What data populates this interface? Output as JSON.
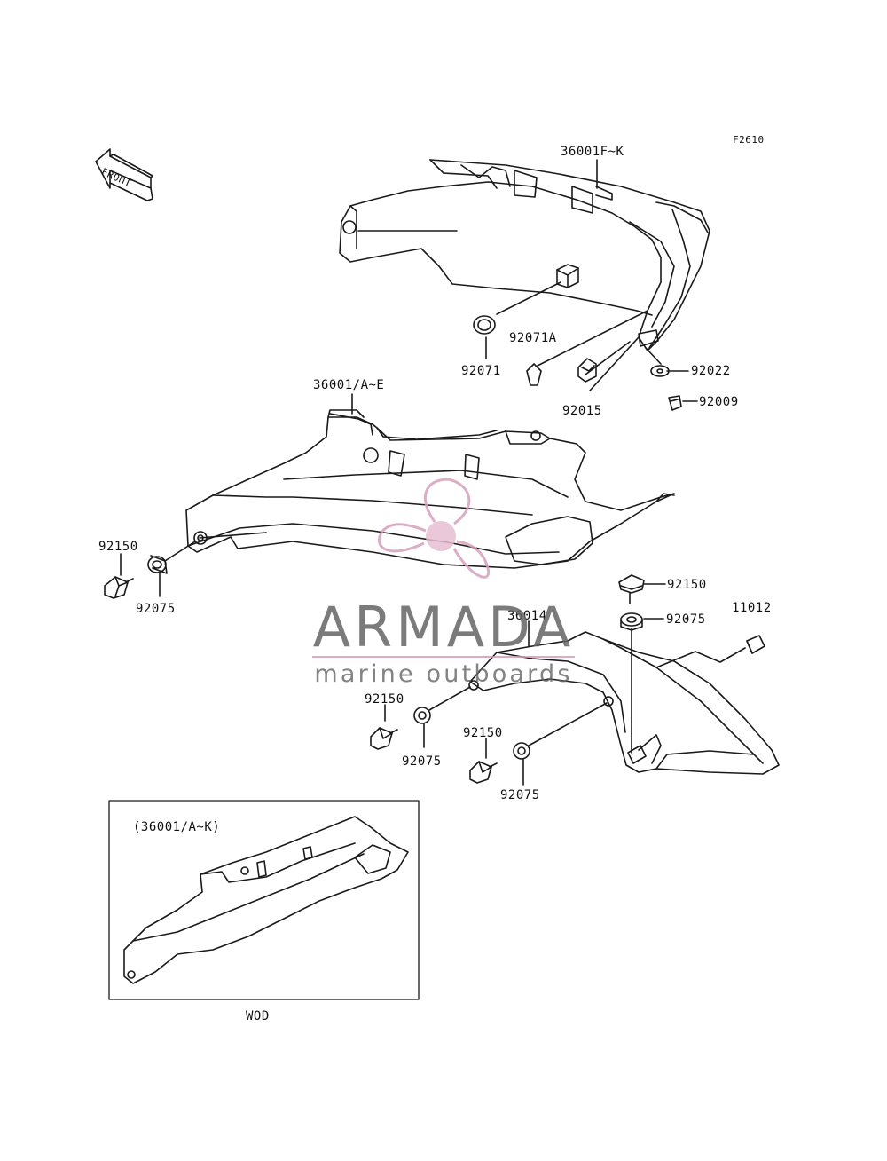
{
  "figure_code": "F2610",
  "front_arrow_text": "FRONT",
  "part_labels": {
    "p_36001_fk": "36001F~K",
    "p_92071a": "92071A",
    "p_92071": "92071",
    "p_92022": "92022",
    "p_92015": "92015",
    "p_92009": "92009",
    "p_36001_ae": "36001/A~E",
    "p_92150_left": "92150",
    "p_92075_left": "92075",
    "p_92150_right": "92150",
    "p_92075_right": "92075",
    "p_36014": "36014",
    "p_11012": "11012",
    "p_92150_mid": "92150",
    "p_92075_mid": "92075",
    "p_92150_low": "92150",
    "p_92075_low": "92075"
  },
  "inset": {
    "caption": "(36001/A~K)",
    "footer": "WOD"
  },
  "watermark": {
    "brand": "ARMADA",
    "tagline": "marine outboards",
    "accent_color": "#d7a0bd"
  },
  "colors": {
    "line": "#1a1a1a",
    "background": "#ffffff"
  }
}
